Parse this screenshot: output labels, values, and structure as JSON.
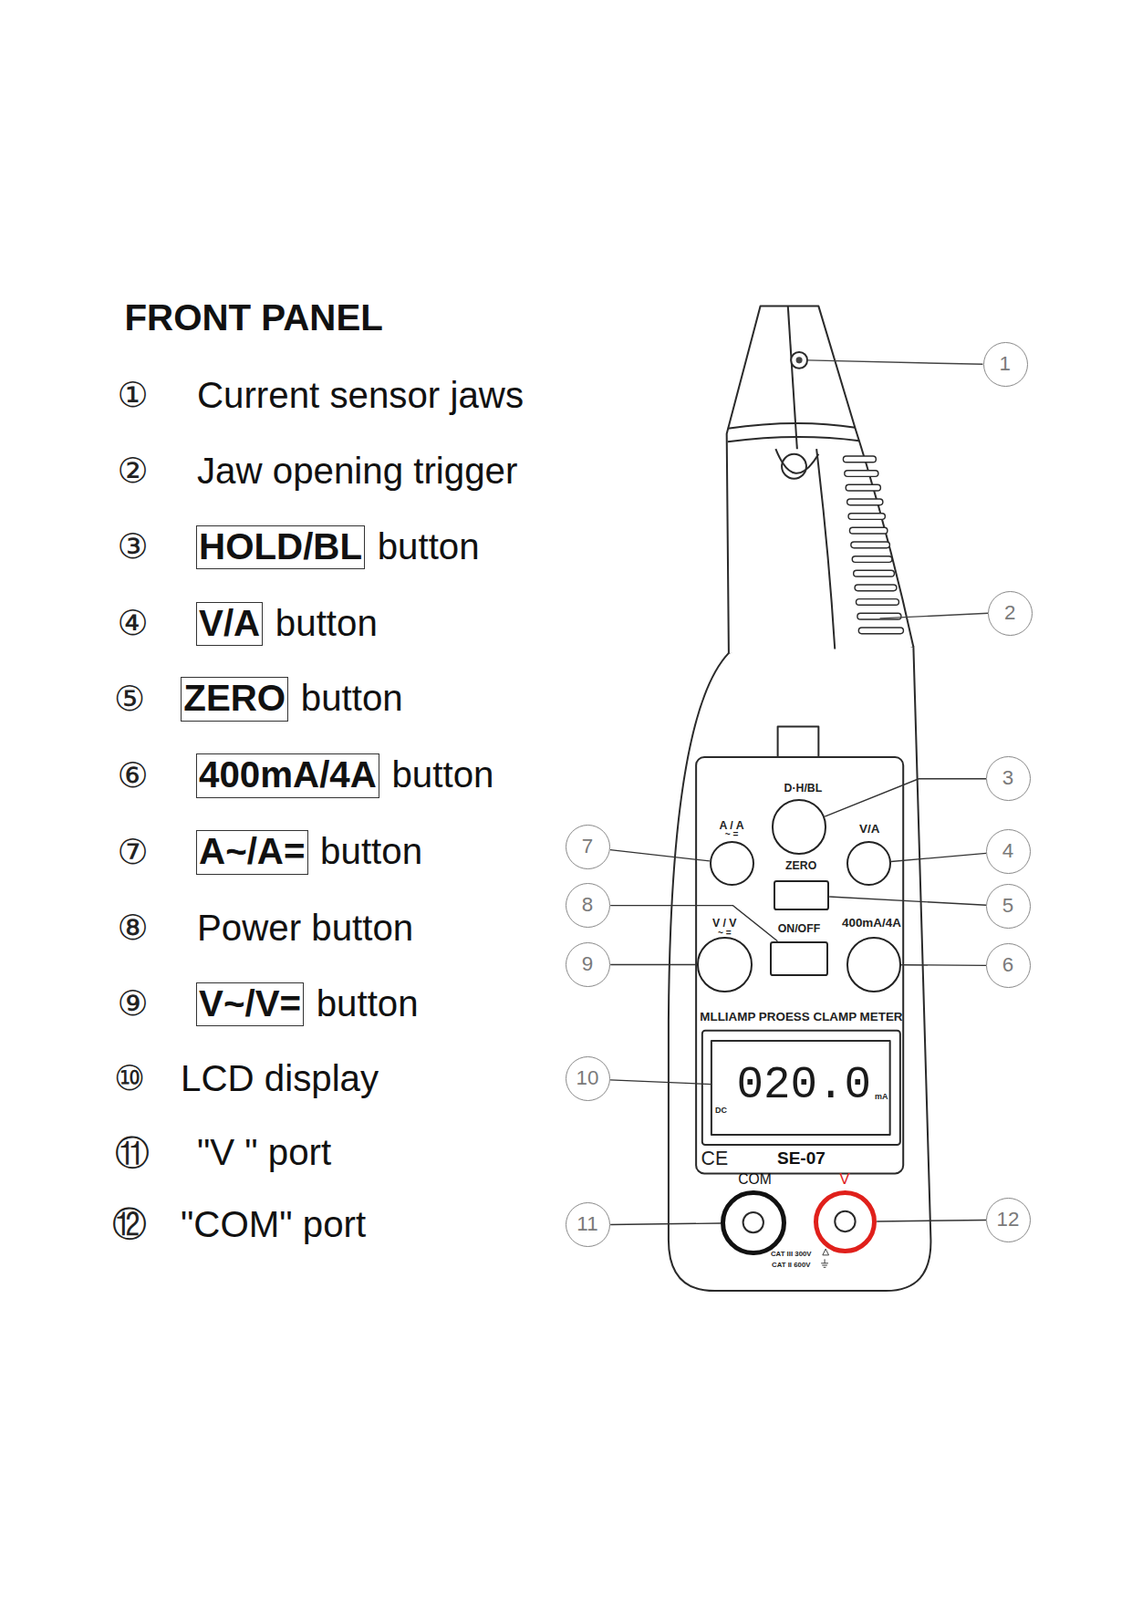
{
  "diagram": {
    "title": "FRONT PANEL",
    "nodes": [
      {
        "text": [
          "HOLD/BL"
        ]
      },
      {
        "text": [
          "V/A"
        ]
      },
      {
        "text": [
          "ZERO"
        ]
      },
      {
        "text": [
          "400mA/4A"
        ]
      },
      {
        "text": [
          "A~/A="
        ]
      },
      {
        "text": [
          "V~/V="
        ]
      },
      {
        "text": [
          "1"
        ]
      },
      {
        "text": [
          "2"
        ]
      },
      {
        "text": [
          "3"
        ]
      },
      {
        "text": [
          "D·H/BL"
        ]
      },
      {
        "text": [
          "7"
        ]
      },
      {
        "text": [
          "A / A",
          "~ ="
        ]
      },
      {
        "text": [
          "V/A"
        ]
      },
      {
        "text": [
          "4"
        ]
      },
      {
        "text": [
          "8"
        ]
      },
      {
        "text": [
          "ZERO"
        ]
      },
      {
        "text": [
          "5"
        ]
      },
      {
        "text": [
          "9"
        ]
      },
      {
        "text": [
          "V / V",
          "~ ="
        ]
      },
      {
        "text": [
          "ON/OFF"
        ]
      },
      {
        "text": [
          "400mA/4A"
        ]
      },
      {
        "text": [
          "6"
        ]
      },
      {
        "text": [
          "10"
        ]
      },
      {
        "text": [
          "DC",
          "020.0",
          "mA"
        ]
      },
      {
        "text": [
          "11"
        ]
      },
      {
        "text": [
          "COM"
        ]
      },
      {
        "text": [
          "V"
        ]
      },
      {
        "text": [
          "12"
        ]
      }
    ],
    "edges": [
      {
        "from": 8,
        "to": 9,
        "arrow": "none"
      },
      {
        "from": 13,
        "to": 12,
        "arrow": "none"
      },
      {
        "from": 16,
        "to": 15,
        "arrow": "none"
      },
      {
        "from": 21,
        "to": 20,
        "arrow": "none"
      },
      {
        "from": 10,
        "to": 11,
        "arrow": "none"
      },
      {
        "from": 14,
        "to": 19,
        "arrow": "none"
      },
      {
        "from": 17,
        "to": 18,
        "arrow": "none"
      },
      {
        "from": 22,
        "to": 23,
        "arrow": "none"
      },
      {
        "from": 24,
        "to": 25,
        "arrow": "none"
      },
      {
        "from": 27,
        "to": 26,
        "arrow": "none"
      }
    ],
    "labels": [
      "①",
      "Current sensor jaws",
      "②",
      "Jaw opening trigger",
      "③",
      "button",
      "④",
      "button",
      "⑤",
      "button",
      "⑥",
      "button",
      "⑦",
      "button",
      "⑧",
      "Power button",
      "⑨",
      "button",
      "⑩",
      "LCD display",
      "⑪",
      "\"V \" port",
      "⑫",
      "\"COM\" port",
      "MLLIAMP PROESS CLAMP METER",
      "CE",
      "SE-07",
      "CAT III 300V",
      "CAT II 600V"
    ]
  }
}
